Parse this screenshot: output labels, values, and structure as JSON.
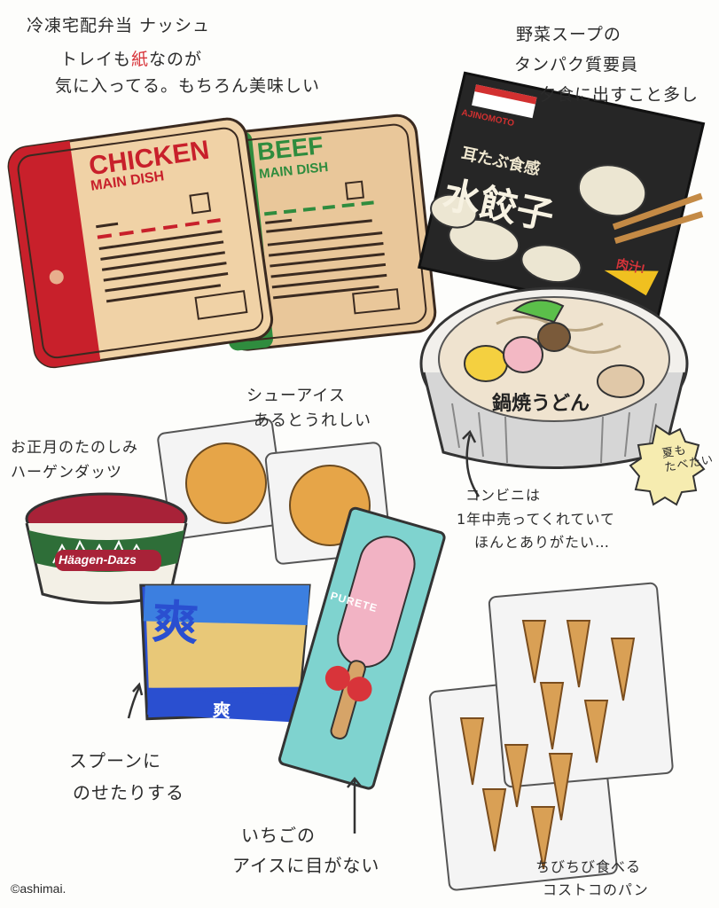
{
  "notes": {
    "nasshu_title": "冷凍宅配弁当 ナッシュ",
    "nasshu_line2_a": "トレイも",
    "nasshu_line2_red": "紙",
    "nasshu_line2_b": "なのが",
    "nasshu_line3": "気に入ってる。もちろん美味しい",
    "soup_line1": "野菜スープの",
    "soup_line2": "タンパク質要員",
    "soup_line3": "夕食に出すこと多し",
    "choux_line1": "シューアイス",
    "choux_line2": "あるとうれしい",
    "hd_line1": "お正月のたのしみ",
    "hd_line2": "ハーゲンダッツ",
    "udon_note1": "コンビニは",
    "udon_note2": "1年中売ってくれていて",
    "udon_note3": "ほんとありがたい…",
    "summer_bubble": "夏も\nたべたい",
    "spoon_line1": "スプーンに",
    "spoon_line2": "のせたりする",
    "strawberry_line1": "いちごの",
    "strawberry_line2": "アイスに目がない",
    "costco_line1": "ちびちび食べる",
    "costco_line2": "コストコのパン",
    "credit": "©ashimai."
  },
  "products": {
    "chicken_title": "CHICKEN",
    "chicken_sub": "MAIN DISH",
    "beef_title": "BEEF",
    "beef_sub": "MAIN DISH",
    "gyoza_brand": "AJINOMOTO",
    "gyoza_catch": "耳たぶ食感",
    "gyoza_name": "水餃子",
    "gyoza_badge": "肉汁!",
    "udon_name": "鍋焼うどん",
    "hd_logo": "Häagen-Dazs",
    "sou_big": "爽",
    "sou_small": "爽",
    "purete": "PURETE"
  },
  "colors": {
    "chicken_red": "#c8202b",
    "beef_green": "#2f8c3e",
    "kraft": "#f0d2a6",
    "gyoza_pack": "#262626",
    "hd_green": "#2e6e38",
    "hd_red": "#a82238",
    "sou_blue": "#2a4fd0",
    "purete_teal": "#7fd3cf",
    "purete_pink": "#f2b3c4",
    "croissant": "#d9a055"
  }
}
